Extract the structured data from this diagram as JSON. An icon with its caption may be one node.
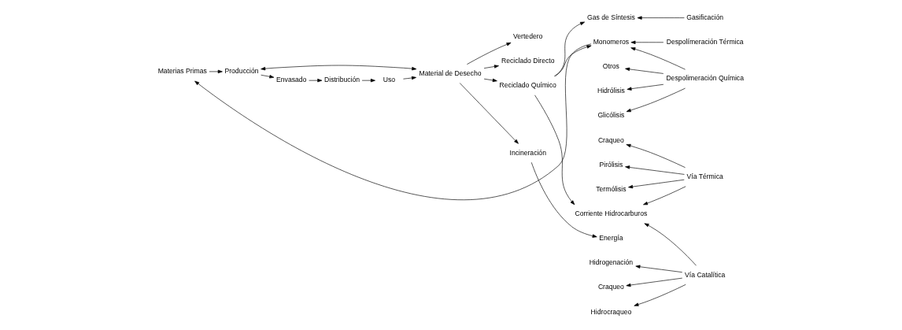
{
  "diagram": {
    "nodes": [
      {
        "text": [
          "Materias Primas"
        ]
      },
      {
        "text": [
          "Producción"
        ]
      },
      {
        "text": [
          "Material de Desecho"
        ]
      },
      {
        "text": [
          "Envasado"
        ]
      },
      {
        "text": [
          "Distribución"
        ]
      },
      {
        "text": [
          "Uso"
        ]
      },
      {
        "text": [
          "Reciclado Directo"
        ]
      },
      {
        "text": [
          "Reciclado Químico"
        ]
      },
      {
        "text": [
          "Incineración"
        ]
      },
      {
        "text": [
          "Energía"
        ]
      },
      {
        "text": [
          "Vertedero"
        ]
      },
      {
        "text": [
          "Monomeros"
        ]
      },
      {
        "text": [
          "Gas de Síntesis"
        ]
      },
      {
        "text": [
          "Corriente Hidrocarburos"
        ]
      },
      {
        "text": [
          "Despolimeración Química"
        ]
      },
      {
        "text": [
          "Despolímeración Térmica"
        ]
      },
      {
        "text": [
          "Gasificación"
        ]
      },
      {
        "text": [
          "Vía Térmica"
        ]
      },
      {
        "text": [
          "Vía Catalítica"
        ]
      },
      {
        "text": [
          "Hidrólisis"
        ]
      },
      {
        "text": [
          "Glicólisis"
        ]
      },
      {
        "text": [
          "Otros"
        ]
      },
      {
        "text": [
          "Pirólisis"
        ]
      },
      {
        "text": [
          "Termólisis"
        ]
      },
      {
        "text": [
          "Craqueo"
        ]
      },
      {
        "text": [
          "Craqueo"
        ]
      },
      {
        "text": [
          "Hidrocraqueo"
        ]
      },
      {
        "text": [
          "Hidrogenación"
        ]
      }
    ],
    "edges": [
      {
        "from": 0,
        "to": 1,
        "arrow": "to"
      },
      {
        "from": 1,
        "to": 2,
        "arrow": "both"
      },
      {
        "from": 1,
        "to": 3,
        "arrow": "to"
      },
      {
        "from": 3,
        "to": 4,
        "arrow": "to"
      },
      {
        "from": 4,
        "to": 5,
        "arrow": "to"
      },
      {
        "from": 5,
        "to": 2,
        "arrow": "to"
      },
      {
        "from": 2,
        "to": 6,
        "arrow": "to"
      },
      {
        "from": 2,
        "to": 7,
        "arrow": "to"
      },
      {
        "from": 2,
        "to": 8,
        "arrow": "to"
      },
      {
        "from": 2,
        "to": 10,
        "arrow": "to"
      },
      {
        "from": 8,
        "to": 9,
        "arrow": "to"
      },
      {
        "from": 7,
        "to": 11,
        "arrow": "to"
      },
      {
        "from": 7,
        "to": 12,
        "arrow": "to"
      },
      {
        "from": 7,
        "to": 13,
        "arrow": "to"
      },
      {
        "from": 14,
        "to": 11,
        "arrow": "to"
      },
      {
        "from": 15,
        "to": 11,
        "arrow": "to"
      },
      {
        "from": 16,
        "to": 12,
        "arrow": "to"
      },
      {
        "from": 17,
        "to": 13,
        "arrow": "to"
      },
      {
        "from": 18,
        "to": 13,
        "arrow": "to"
      },
      {
        "from": 14,
        "to": 19,
        "arrow": "to"
      },
      {
        "from": 14,
        "to": 20,
        "arrow": "to"
      },
      {
        "from": 14,
        "to": 21,
        "arrow": "to"
      },
      {
        "from": 17,
        "to": 22,
        "arrow": "to"
      },
      {
        "from": 17,
        "to": 23,
        "arrow": "to"
      },
      {
        "from": 17,
        "to": 24,
        "arrow": "to"
      },
      {
        "from": 18,
        "to": 25,
        "arrow": "to"
      },
      {
        "from": 18,
        "to": 26,
        "arrow": "to"
      },
      {
        "from": 18,
        "to": 27,
        "arrow": "to"
      },
      {
        "from": 11,
        "to": 0,
        "arrow": "to"
      }
    ]
  }
}
